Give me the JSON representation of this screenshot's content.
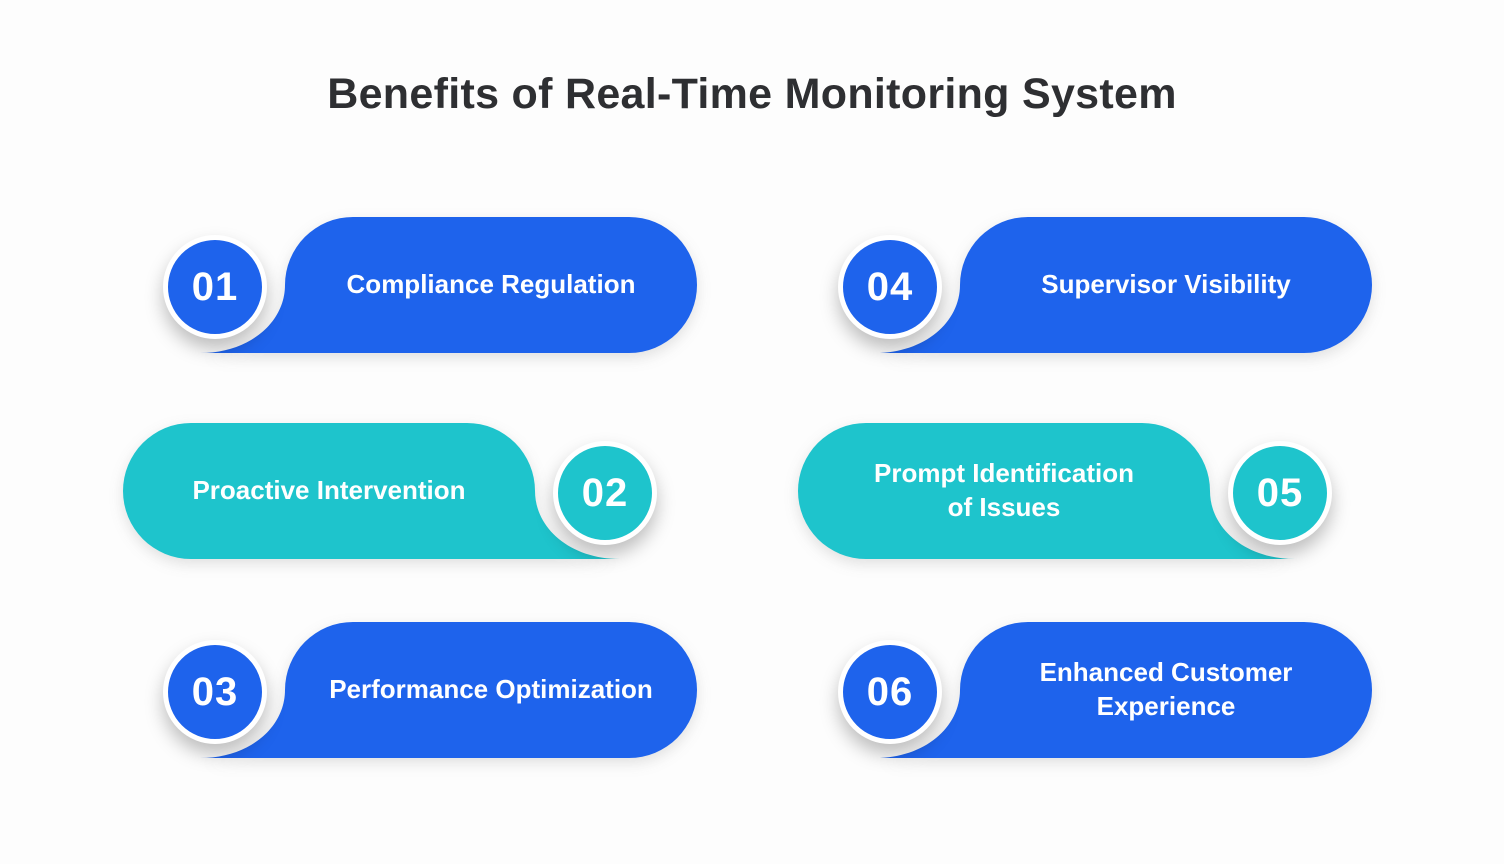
{
  "title": "Benefits of Real-Time Monitoring System",
  "colors": {
    "blue": "#1e63ec",
    "teal": "#1ec4cc",
    "title_text": "#2e2f32",
    "pill_text": "#ffffff",
    "background": "#fdfdfd"
  },
  "items": [
    {
      "number": "01",
      "label": "Compliance Regulation",
      "color": "blue",
      "number_side": "left"
    },
    {
      "number": "02",
      "label": "Proactive Intervention",
      "color": "teal",
      "number_side": "right"
    },
    {
      "number": "03",
      "label": "Performance Optimization",
      "color": "blue",
      "number_side": "left"
    },
    {
      "number": "04",
      "label": "Supervisor Visibility",
      "color": "blue",
      "number_side": "left"
    },
    {
      "number": "05",
      "label": "Prompt Identification of Issues",
      "color": "teal",
      "number_side": "right"
    },
    {
      "number": "06",
      "label": "Enhanced Customer Experience",
      "color": "blue",
      "number_side": "left"
    }
  ]
}
